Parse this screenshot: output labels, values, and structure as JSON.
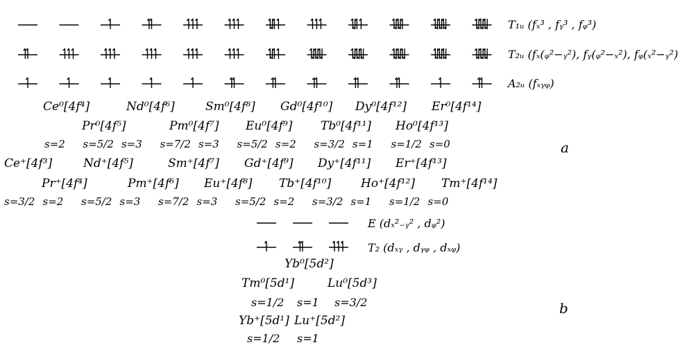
{
  "panel_a": {
    "panel_label": "a",
    "row_labels": {
      "t1u": "T₁ᵤ (fₓ³ , fᵧ³ , fᵩ³)",
      "t2u": "T₂ᵤ (fₓ(ᵩ²−ᵧ²), fᵧ(ᵩ²−ₓ²), fᵩ(ₓ²−ᵧ²)",
      "a2u": "A₂ᵤ (fₓᵧᵩ)"
    },
    "columns": [
      {
        "t1u": "0",
        "t2u": "2",
        "a2u": "1"
      },
      {
        "t1u": "0",
        "t2u": "3",
        "a2u": "1"
      },
      {
        "t1u": "1",
        "t2u": "3",
        "a2u": "1"
      },
      {
        "t1u": "2",
        "t2u": "3",
        "a2u": "1"
      },
      {
        "t1u": "3",
        "t2u": "3",
        "a2u": "1"
      },
      {
        "t1u": "3",
        "t2u": "3",
        "a2u": "2"
      },
      {
        "t1u": "4",
        "t2u": "4",
        "a2u": "2"
      },
      {
        "t1u": "3",
        "t2u": "6",
        "a2u": "2"
      },
      {
        "t1u": "4",
        "t2u": "6",
        "a2u": "2"
      },
      {
        "t1u": "5",
        "t2u": "6",
        "a2u": "2"
      },
      {
        "t1u": "6",
        "t2u": "6",
        "a2u": "1"
      },
      {
        "t1u": "6",
        "t2u": "6",
        "a2u": "2"
      }
    ],
    "neutral_row1": [
      "Ce⁰[4f⁴]",
      "Nd⁰[4f⁶]",
      "Sm⁰[4f⁸]",
      "Gd⁰[4f¹⁰]",
      "Dy⁰[4f¹²]",
      "Er⁰[4f¹⁴]"
    ],
    "neutral_row2": [
      "Pr⁰[4f⁵]",
      "Pm⁰[4f⁷]",
      "Eu⁰[4f⁹]",
      "Tb⁰[4f¹¹]",
      "Ho⁰[4f¹³]"
    ],
    "neutral_spins": [
      "s=2",
      "s=5/2",
      "s=3",
      "s=7/2",
      "s=3",
      "s=5/2",
      "s=2",
      "s=3/2",
      "s=1",
      "s=1/2",
      "s=0"
    ],
    "ion_row1": [
      "Ce⁺[4f³]",
      "Nd⁺[4f⁵]",
      "Sm⁺[4f⁷]",
      "Gd⁺[4f⁹]",
      "Dy⁺[4f¹¹]",
      "Er⁺[4f¹³]"
    ],
    "ion_row2": [
      "Pr⁺[4f⁴]",
      "Pm⁺[4f⁶]",
      "Eu⁺[4f⁸]",
      "Tb⁺[4f¹⁰]",
      "Ho⁺[4f¹²]",
      "Tm⁺[4f¹⁴]"
    ],
    "ion_spins": [
      "s=3/2",
      "s=2",
      "s=5/2",
      "s=3",
      "s=7/2",
      "s=3",
      "s=5/2",
      "s=2",
      "s=3/2",
      "s=1",
      "s=1/2",
      "s=0"
    ]
  },
  "panel_b": {
    "panel_label": "b",
    "row_labels": {
      "e": "E (dₓ²₋ᵧ² , dᵩ²)",
      "t2": "T₂ (dₓᵧ , dᵧᵩ , dₓᵩ)"
    },
    "columns": [
      {
        "e": "0",
        "t2": "1"
      },
      {
        "e": "0",
        "t2": "2"
      },
      {
        "e": "0",
        "t2": "3"
      }
    ],
    "labels": {
      "yb0": "Yb⁰[5d²]",
      "tm0": "Tm⁰[5d¹]",
      "lu0": "Lu⁰[5d³]",
      "spins_row1": [
        "s=1/2",
        "s=1",
        "s=3/2"
      ],
      "yb_ion": "Yb⁺[5d¹]",
      "lu_ion": "Lu⁺[5d²]",
      "spins_row2": [
        "s=1/2",
        "s=1"
      ]
    }
  }
}
